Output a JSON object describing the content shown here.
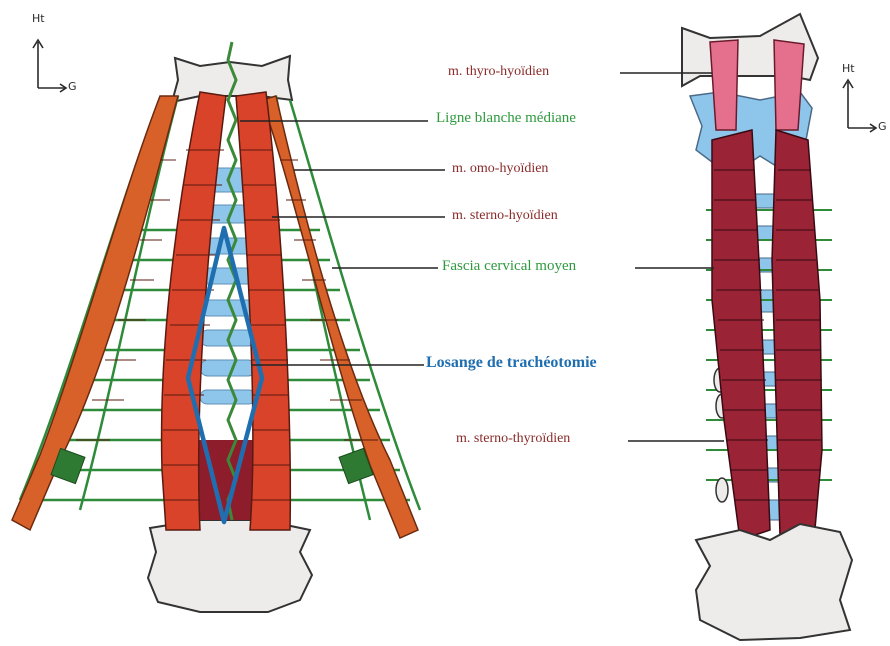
{
  "orientation_left": {
    "up": "Ht",
    "side": "G"
  },
  "orientation_right": {
    "up": "Ht",
    "side": "G"
  },
  "labels": [
    {
      "key": "thyro",
      "text": "m. thyro-hyoïdien",
      "color": "#8b2a2a"
    },
    {
      "key": "ligne",
      "text": "Ligne blanche médiane",
      "color": "#2e9a3e"
    },
    {
      "key": "omo",
      "text": "m. omo-hyoïdien",
      "color": "#8b2a2a"
    },
    {
      "key": "sternohyo",
      "text": "m. sterno-hyoïdien",
      "color": "#8b2a2a"
    },
    {
      "key": "fascia",
      "text": "Fascia cervical moyen",
      "color": "#2e9a3e"
    },
    {
      "key": "losange",
      "text": "Losange de trachéotomie",
      "color": "#1f6fb0"
    },
    {
      "key": "sternothyro",
      "text": "m. sterno-thyroïdien",
      "color": "#8b2a2a"
    }
  ],
  "colors": {
    "muscle_red": "#d9432a",
    "muscle_orange": "#d8612a",
    "muscle_dark": "#9a2435",
    "fascia_green": "#2e8b3a",
    "cartilage_blue": "#8ec5ea",
    "bone": "#eeeceb",
    "losange_blue": "#1f6fb0",
    "thyro_pink": "#e5708e"
  }
}
